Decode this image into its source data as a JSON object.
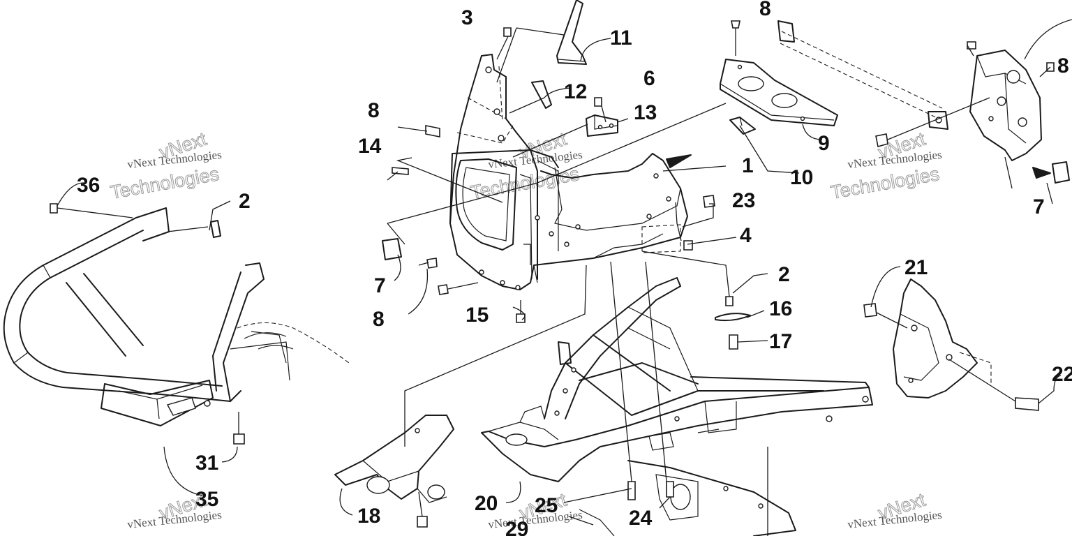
{
  "diagram": {
    "part_callouts": [
      "1",
      "2",
      "2",
      "3",
      "4",
      "6",
      "7",
      "7",
      "8",
      "8",
      "8",
      "8",
      "9",
      "10",
      "11",
      "12",
      "13",
      "14",
      "15",
      "16",
      "17",
      "18",
      "20",
      "21",
      "22",
      "23",
      "24",
      "25",
      "29",
      "31",
      "35",
      "36"
    ],
    "watermark_primary": "vNext Technologies",
    "watermark_secondary": "Technologies",
    "watermark_tertiary": "vNext",
    "colors": {
      "line": "#1a1a1a",
      "text": "#111111",
      "watermark": "#9a9a9a",
      "background": "#ffffff"
    }
  }
}
